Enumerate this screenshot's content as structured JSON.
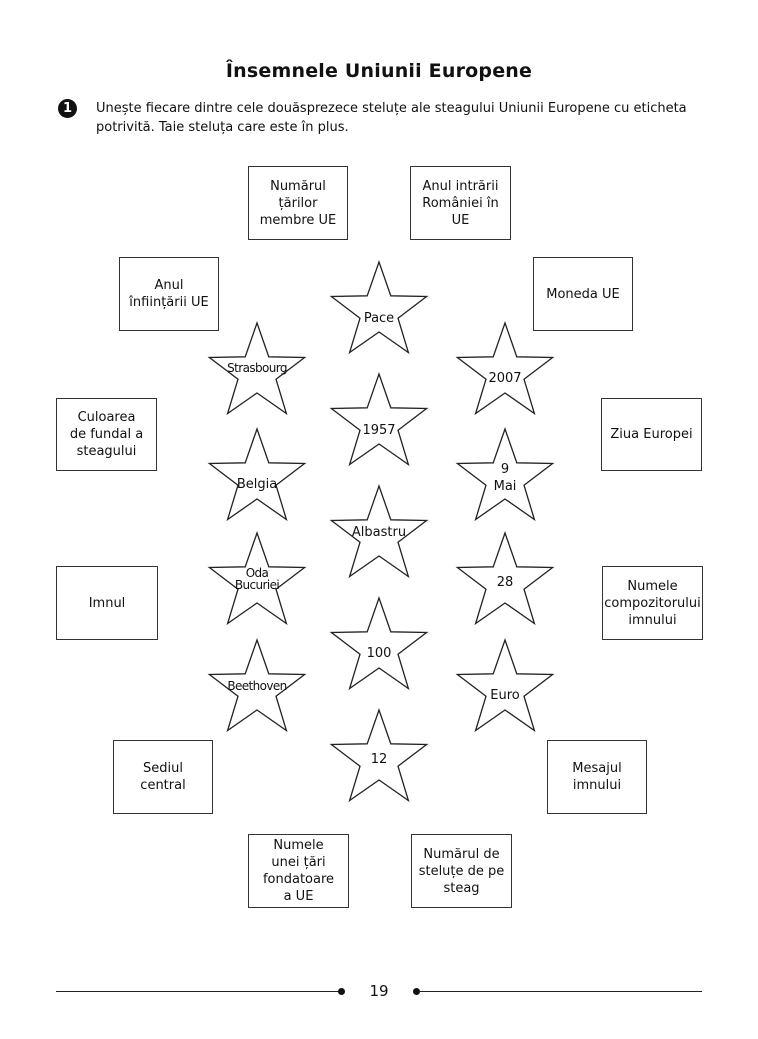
{
  "page": {
    "title": "Însemnele Uniunii Europene",
    "exercise_number": "1",
    "instruction": "Unește fiecare dintre cele douăsprezece steluțe ale steagului Uniunii Europene cu eticheta potrivită. Taie steluța care este în plus.",
    "page_number": "19"
  },
  "labels": [
    {
      "text": "Numărul\nțărilor\nmembre UE"
    },
    {
      "text": "Anul intrării\nRomâniei în\nUE"
    },
    {
      "text": "Anul\nînființării UE"
    },
    {
      "text": "Moneda UE"
    },
    {
      "text": "Culoarea\nde fundal a\nsteagului"
    },
    {
      "text": "Ziua Europei"
    },
    {
      "text": "Imnul"
    },
    {
      "text": "Numele\ncompozitorului\nimnului"
    },
    {
      "text": "Sediul central"
    },
    {
      "text": "Mesajul\nimnului"
    },
    {
      "text": "Numele\nunei țări\nfondatoare\na UE"
    },
    {
      "text": "Numărul de\nsteluțe de pe\nsteag"
    }
  ],
  "stars": [
    {
      "lines": [
        "Pace"
      ]
    },
    {
      "lines": [
        "1957"
      ]
    },
    {
      "lines": [
        "Albastru"
      ]
    },
    {
      "lines": [
        "100"
      ]
    },
    {
      "lines": [
        "12"
      ]
    },
    {
      "lines": [
        "Strasbourg"
      ]
    },
    {
      "lines": [
        "Belgia"
      ]
    },
    {
      "lines": [
        "Oda",
        "Bucuriei"
      ]
    },
    {
      "lines": [
        "Beethoven"
      ]
    },
    {
      "lines": [
        "2007"
      ]
    },
    {
      "lines": [
        "9",
        "Mai"
      ]
    },
    {
      "lines": [
        "28"
      ]
    },
    {
      "lines": [
        "Euro"
      ]
    }
  ]
}
